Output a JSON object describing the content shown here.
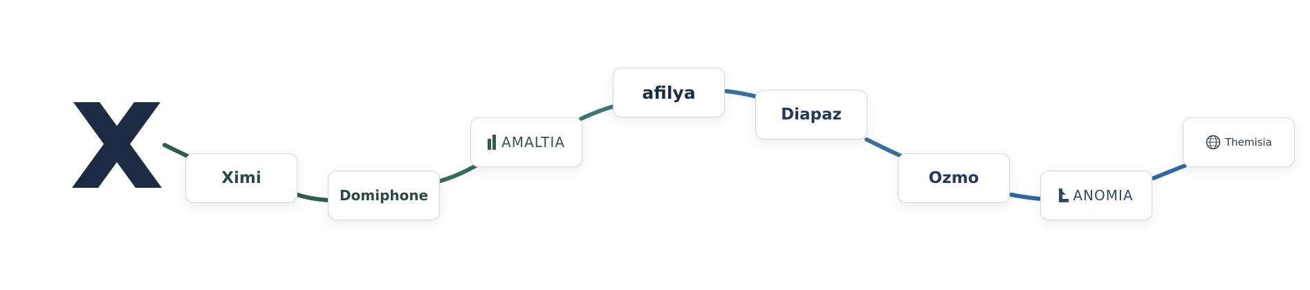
{
  "brand": {
    "icon": "x-logo-icon",
    "color": "#1d2b45"
  },
  "connector_colors": {
    "green": "#2e5c4f",
    "teal": "#3d7673",
    "blue": "#3a6f9a",
    "bright_blue": "#2d68a0"
  },
  "partners": [
    {
      "name": "Ximi",
      "color": "#2c4a45"
    },
    {
      "name": "Domiphone",
      "color": "#2c4a45"
    },
    {
      "name": "AMALTIA",
      "color": "#3c4f4f",
      "icon": "amaltia-bars-icon"
    },
    {
      "name": "afilya",
      "color": "#1d2b45"
    },
    {
      "name": "Diapaz",
      "color": "#24385a"
    },
    {
      "name": "Ozmo",
      "color": "#24385a"
    },
    {
      "name": "ANOMIA",
      "color": "#2c4a6a",
      "icon": "anomia-corner-icon"
    },
    {
      "name": "Themisia",
      "color": "#2c3848",
      "icon": "globe-icon"
    }
  ]
}
